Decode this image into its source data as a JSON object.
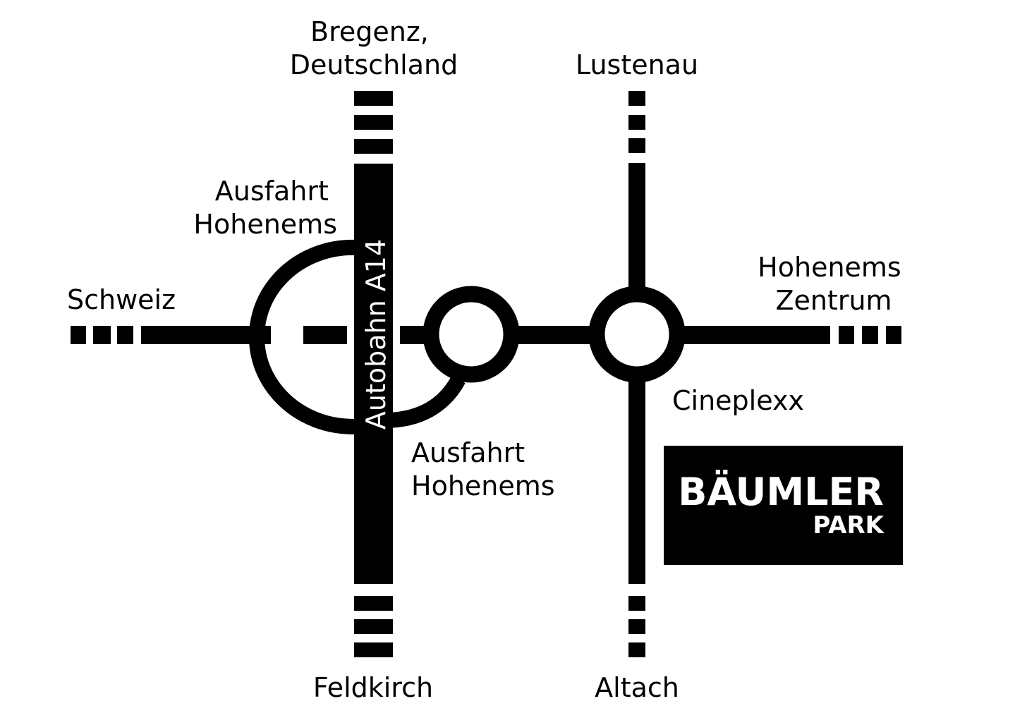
{
  "colors": {
    "ink": "#000000",
    "paper": "#ffffff"
  },
  "labels": {
    "bregenz_line1": "Bregenz,",
    "bregenz_line2": "Deutschland",
    "lustenau": "Lustenau",
    "exit_north_line1": "Ausfahrt",
    "exit_north_line2": "Hohenems",
    "schweiz": "Schweiz",
    "hohenems_zentrum_line1": "Hohenems",
    "hohenems_zentrum_line2": "Zentrum",
    "cineplexx": "Cineplexx",
    "exit_south_line1": "Ausfahrt",
    "exit_south_line2": "Hohenems",
    "feldkirch": "Feldkirch",
    "altach": "Altach",
    "highway": "Autobahn A14"
  },
  "brand": {
    "name": "BÄUMLER",
    "sub": "PARK"
  }
}
